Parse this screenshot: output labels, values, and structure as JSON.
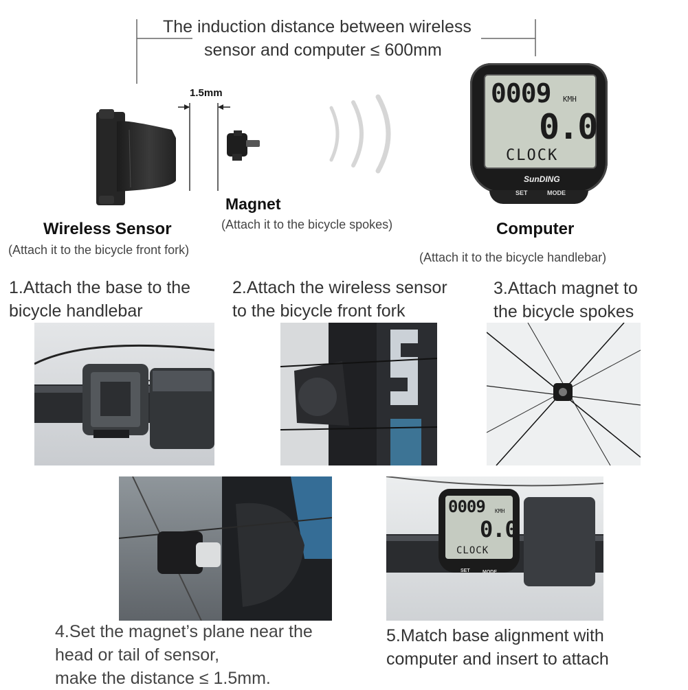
{
  "header": {
    "induction_line1": "The induction distance between wireless",
    "induction_line2": "sensor and computer ≤ 600mm"
  },
  "gap_label": "1.5mm",
  "sensor": {
    "title": "Wireless Sensor",
    "note": "(Attach it to the bicycle front fork)"
  },
  "magnet": {
    "title": "Magnet",
    "note": "(Attach it to the bicycle spokes)"
  },
  "computer": {
    "title": "Computer",
    "note": "(Attach it to the bicycle handlebar)",
    "lcd_top": "0009",
    "lcd_unit": "KMH",
    "lcd_main": "0.0",
    "lcd_bottom": "CLOCK",
    "brand": "SunDING",
    "btn_set": "SET",
    "btn_mode": "MODE"
  },
  "steps": [
    {
      "line1": "1.Attach the base to the",
      "line2": "bicycle handlebar"
    },
    {
      "line1": "2.Attach the wireless sensor",
      "line2": "to the bicycle front fork"
    },
    {
      "line1": "3.Attach magnet to",
      "line2": "the bicycle spokes"
    },
    {
      "line1": "4.Set the magnet’s plane near the",
      "line2": "head or tail of sensor,",
      "line3": "make the distance ≤ 1.5mm."
    },
    {
      "line1": "5.Match base alignment with",
      "line2": "computer and insert to attach"
    }
  ],
  "photo5_lcd": {
    "top": "0009",
    "unit": "KMH",
    "main": "0.0",
    "bottom": "CLOCK",
    "set": "SET",
    "mode": "MODE"
  }
}
